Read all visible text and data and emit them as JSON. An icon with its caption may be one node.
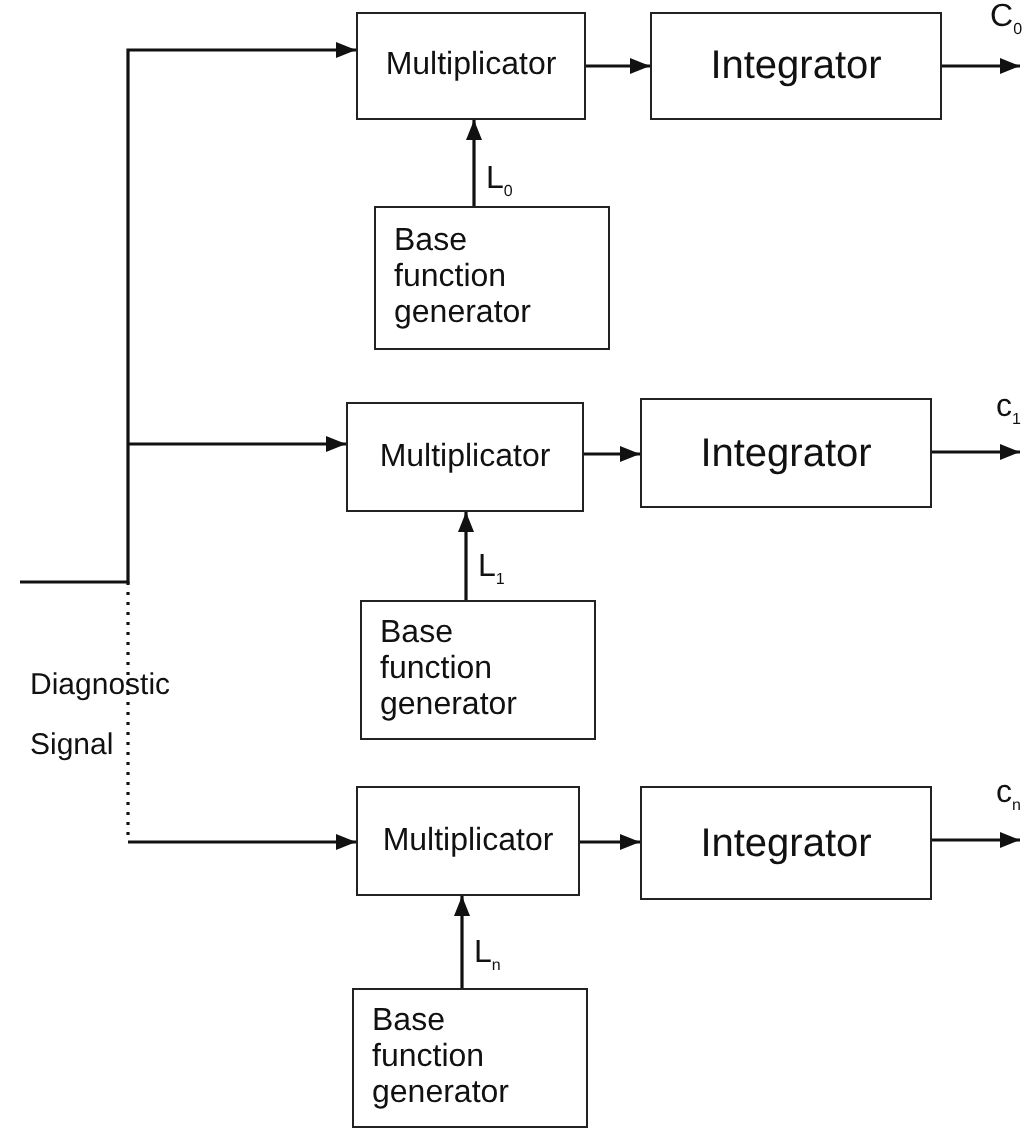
{
  "diagram": {
    "nodes": [
      {
        "text": [
          "Multiplicator"
        ]
      },
      {
        "text": [
          "Integrator"
        ]
      },
      {
        "text": [
          "Base function generator"
        ]
      },
      {
        "text": [
          "Multiplicator"
        ]
      },
      {
        "text": [
          "Integrator"
        ]
      },
      {
        "text": [
          "Base function generator"
        ]
      },
      {
        "text": [
          "Multiplicator"
        ]
      },
      {
        "text": [
          "Integrator"
        ]
      },
      {
        "text": [
          "Base function generator"
        ]
      }
    ],
    "edges": [
      {
        "from": null,
        "to": 0,
        "arrow": "to"
      },
      {
        "from": null,
        "to": 3,
        "arrow": "to"
      },
      {
        "from": null,
        "to": 6,
        "arrow": "to",
        "style": "dashed"
      },
      {
        "from": 0,
        "to": 1,
        "arrow": "to"
      },
      {
        "from": 1,
        "to": null,
        "arrow": "to",
        "label": "C$_{0}$"
      },
      {
        "from": 2,
        "to": 0,
        "arrow": "to",
        "label": "L$_{0}$"
      },
      {
        "from": 3,
        "to": 4,
        "arrow": "to"
      },
      {
        "from": 4,
        "to": null,
        "arrow": "to",
        "label": "c$_{1}$"
      },
      {
        "from": 5,
        "to": 3,
        "arrow": "to",
        "label": "L$_{1}$"
      },
      {
        "from": 6,
        "to": 7,
        "arrow": "to"
      },
      {
        "from": 7,
        "to": null,
        "arrow": "to",
        "label": "c$_{n}$"
      },
      {
        "from": 8,
        "to": 6,
        "arrow": "to",
        "label": "L$_{n}$"
      }
    ],
    "labels": [
      "Diagnostic Signal"
    ]
  }
}
